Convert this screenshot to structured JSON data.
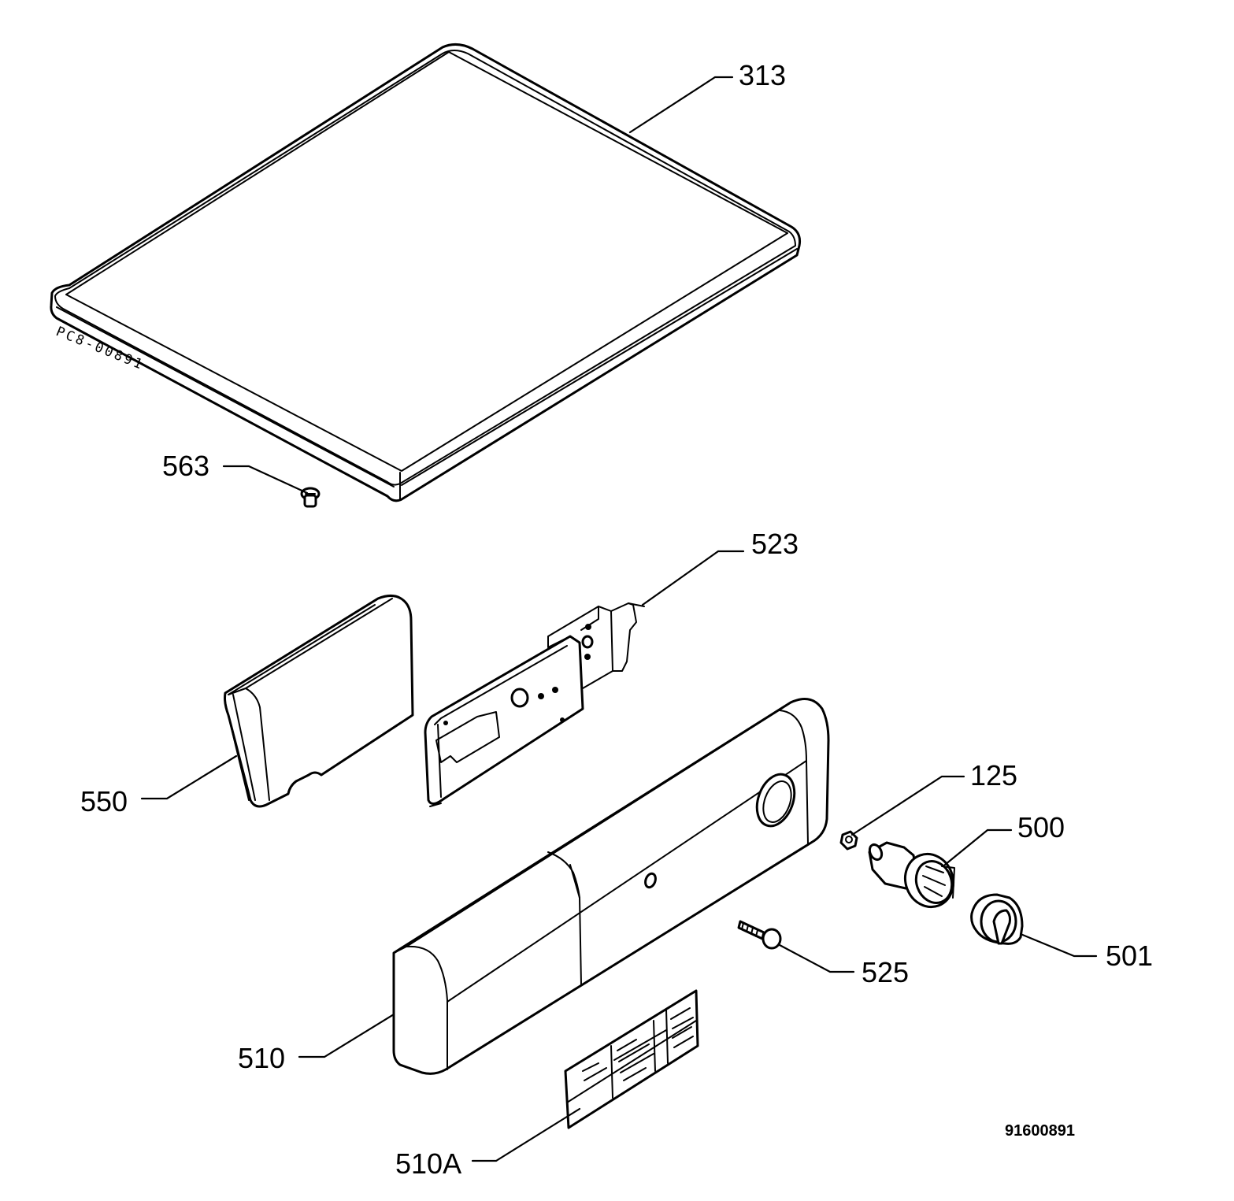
{
  "labels": {
    "top_cover": "313",
    "screw": "563",
    "bracket": "523",
    "drawer": "550",
    "nut": "125",
    "switch": "500",
    "knob": "501",
    "pin": "525",
    "control_panel": "510",
    "panel_label": "510A"
  },
  "stamp_text": "PC8-00891",
  "drawing_number": "91600891"
}
